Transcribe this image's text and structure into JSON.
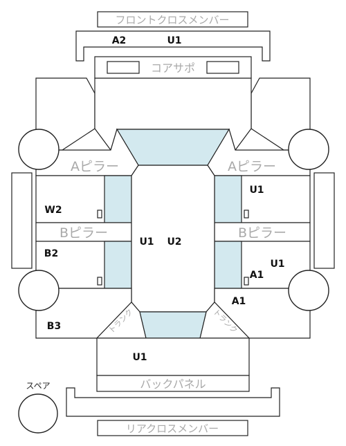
{
  "parts": {
    "front_cross_member": "フロントクロスメンバー",
    "core_support": "コアサポ",
    "a_pillar_left": "Aピラー",
    "a_pillar_right": "Aピラー",
    "b_pillar_left": "Bピラー",
    "b_pillar_right": "Bピラー",
    "back_panel": "バックパネル",
    "rear_cross_member": "リアクロスメンバー",
    "spare": "スペア",
    "trunk_left": "トランク",
    "trunk_right": "トランク"
  },
  "codes": {
    "front_a2": "A2",
    "front_u1": "U1",
    "right_front_door_u1": "U1",
    "left_front_door_w2": "W2",
    "roof_u1": "U1",
    "roof_u2": "U2",
    "left_rear_door_b2": "B2",
    "right_rear_door_u1": "U1",
    "right_rear_door_a1": "A1",
    "right_quarter_a1": "A1",
    "left_quarter_b3": "B3",
    "trunk_u1": "U1"
  },
  "colors": {
    "glass": "#d3e9ef",
    "outline": "#222222",
    "part_label": "#a9a9a9"
  }
}
